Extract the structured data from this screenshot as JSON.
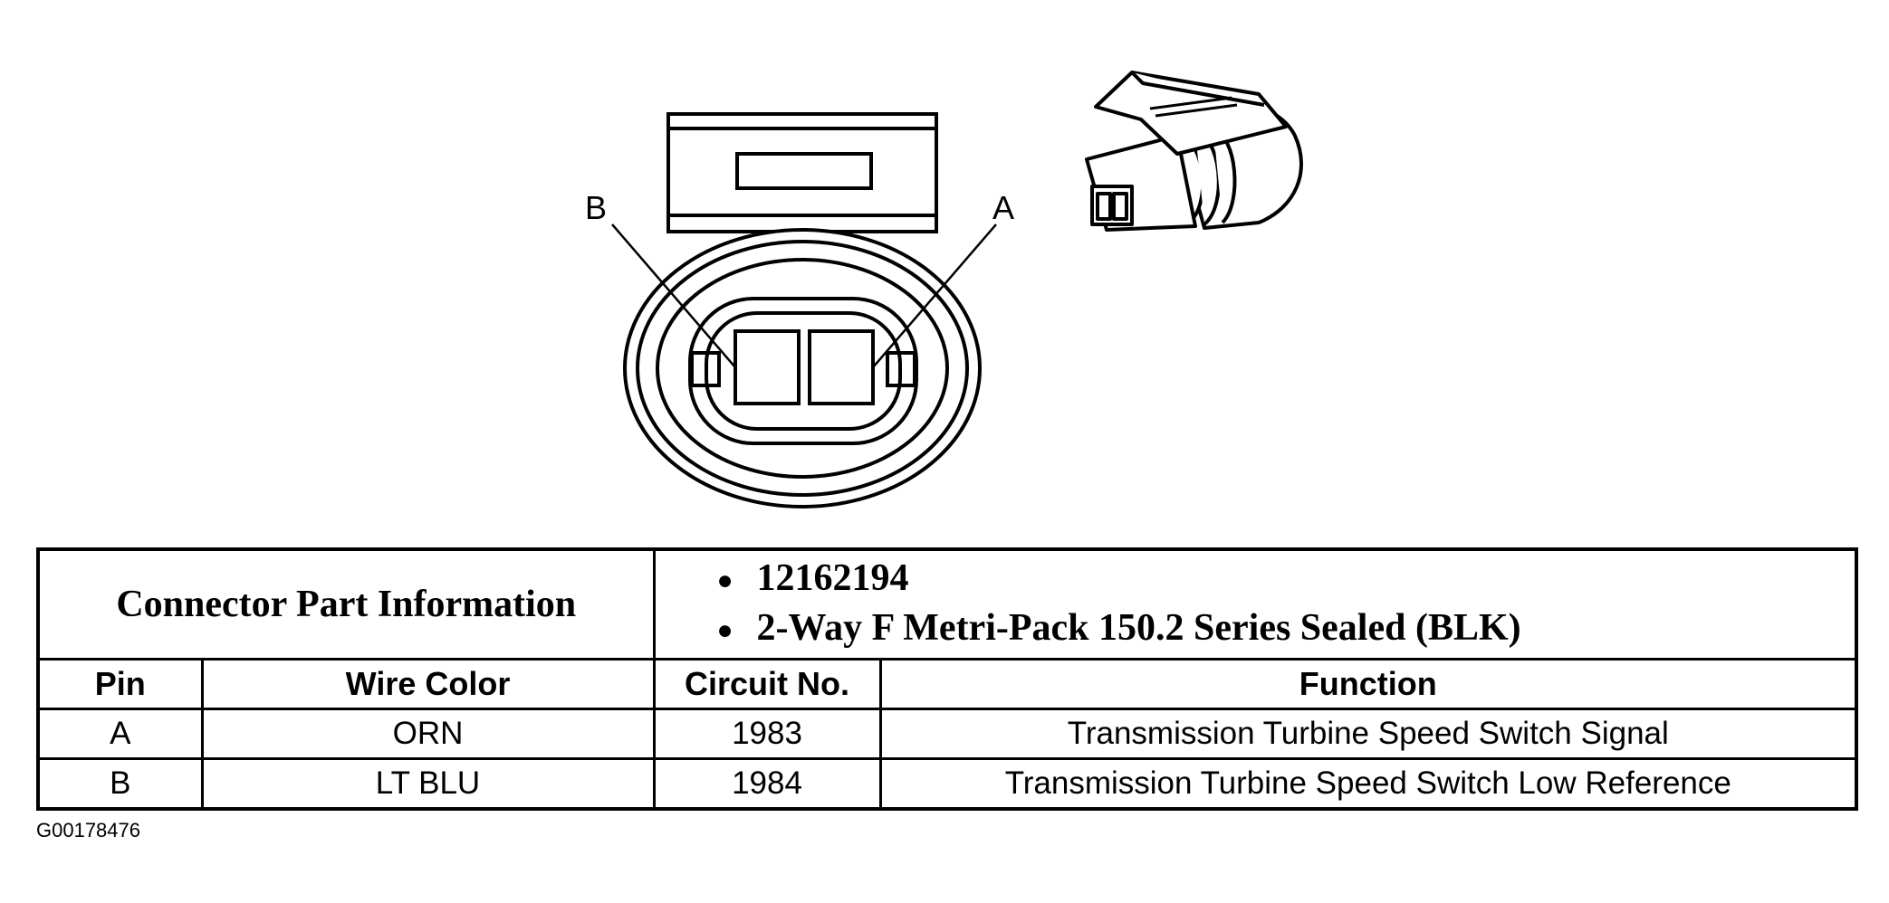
{
  "diagram": {
    "pin_labels": {
      "a": "A",
      "b": "B"
    }
  },
  "table": {
    "part_info_label": "Connector Part Information",
    "part_info_lines": [
      "12162194",
      "2-Way F Metri-Pack 150.2 Series Sealed (BLK)"
    ],
    "headers": {
      "pin": "Pin",
      "wire_color": "Wire Color",
      "circuit": "Circuit No.",
      "function": "Function"
    },
    "rows": [
      {
        "pin": "A",
        "wire_color": "ORN",
        "circuit": "1983",
        "function": "Transmission Turbine Speed Switch Signal"
      },
      {
        "pin": "B",
        "wire_color": "LT BLU",
        "circuit": "1984",
        "function": "Transmission Turbine Speed Switch Low Reference"
      }
    ]
  },
  "figure_id": "G00178476"
}
